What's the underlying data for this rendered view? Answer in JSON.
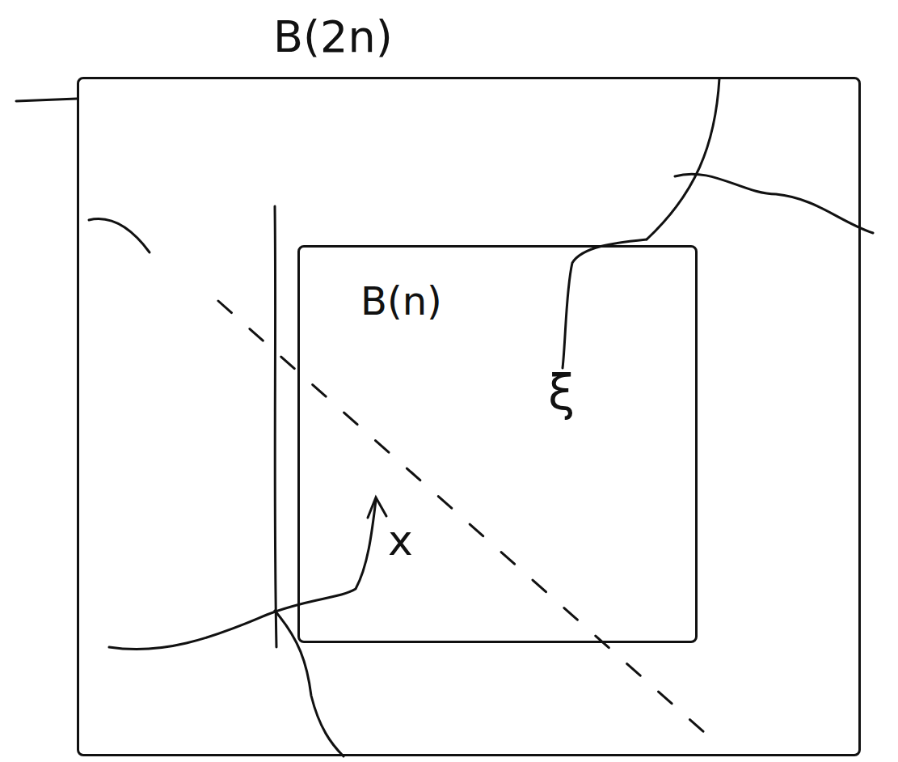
{
  "diagram": {
    "nodes": [
      {
        "text": [
          "B(2n)"
        ]
      },
      {
        "text": [
          "B(n)"
        ],
        "in": 0
      }
    ],
    "labels": [
      "x",
      "ξ"
    ]
  }
}
